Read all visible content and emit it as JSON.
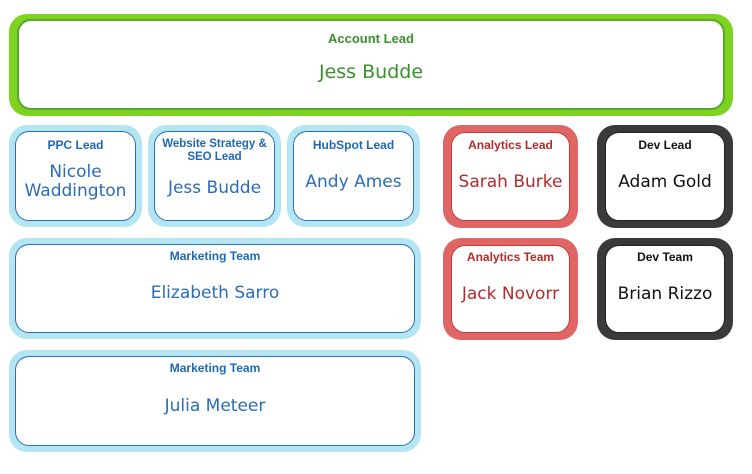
{
  "account_lead": {
    "role": "Account Lead",
    "name": "Jess Budde"
  },
  "ppc_lead": {
    "role": "PPC Lead",
    "name": "Nicole Waddington"
  },
  "website_lead": {
    "role": "Website Strategy & SEO Lead",
    "name": "Jess Budde"
  },
  "hubspot_lead": {
    "role": "HubSpot Lead",
    "name": "Andy Ames"
  },
  "analytics_lead": {
    "role": "Analytics Lead",
    "name": "Sarah Burke"
  },
  "dev_lead": {
    "role": "Dev Lead",
    "name": "Adam Gold"
  },
  "marketing_team_1": {
    "role": "Marketing Team",
    "name": "Elizabeth Sarro"
  },
  "analytics_team": {
    "role": "Analytics Team",
    "name": "Jack Novorr"
  },
  "dev_team": {
    "role": "Dev Team",
    "name": "Brian Rizzo"
  },
  "marketing_team_2": {
    "role": "Marketing Team",
    "name": "Julia Meteer"
  },
  "colors": {
    "account_green": "#7ed321",
    "team_blue": "#b3e5f2",
    "analytics_red": "#e06666",
    "dev_dark": "#3a3a3a"
  }
}
